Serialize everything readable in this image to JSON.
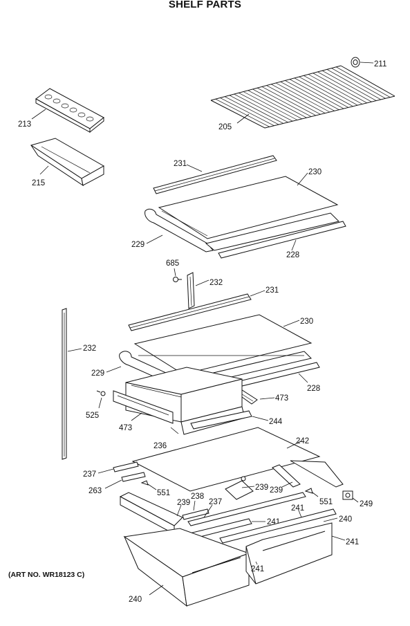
{
  "title": "SHELF PARTS",
  "art_number": "(ART NO. WR18123 C)",
  "callouts": {
    "c211": "211",
    "c205": "205",
    "c213": "213",
    "c215": "215",
    "c231a": "231",
    "c230a": "230",
    "c229a": "229",
    "c228a": "228",
    "c685": "685",
    "c232a": "232",
    "c231b": "231",
    "c230b": "230",
    "c232b": "232",
    "c229b": "229",
    "c228b": "228",
    "c473a": "473",
    "c525": "525",
    "c473b": "473",
    "c244": "244",
    "c236": "236",
    "c242": "242",
    "c237a": "237",
    "c263": "263",
    "c551a": "551",
    "c239a": "239",
    "c238": "238",
    "c237b": "237",
    "c239b": "239",
    "c239c": "239",
    "c551b": "551",
    "c249": "249",
    "c241a": "241",
    "c241b": "241",
    "c240a": "240",
    "c241c": "241",
    "c241d": "241",
    "c240b": "240"
  }
}
